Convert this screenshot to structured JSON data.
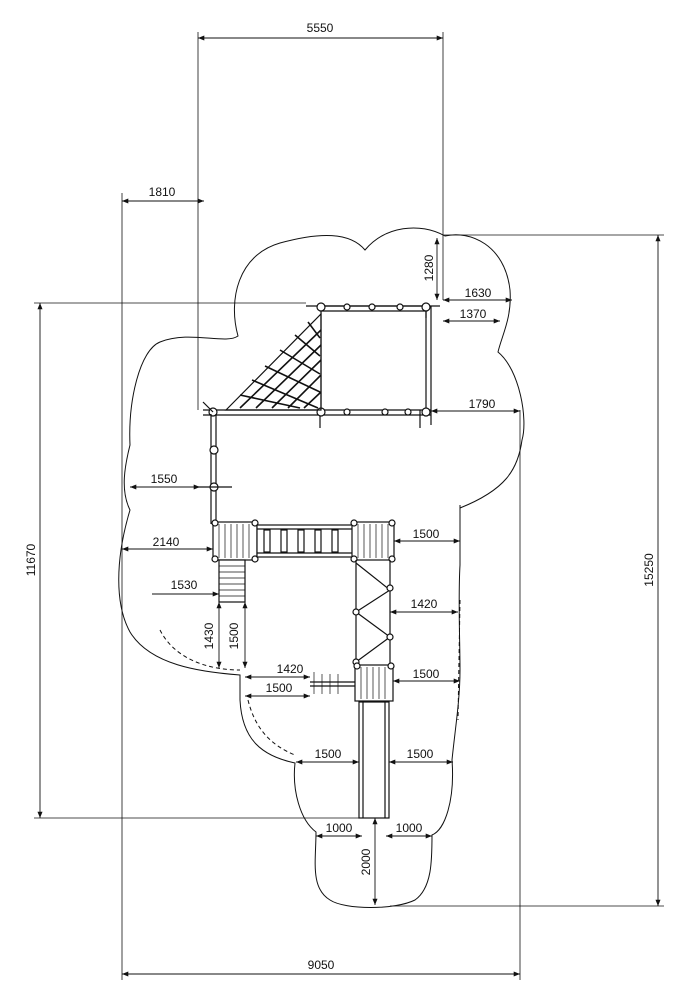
{
  "dimensions": {
    "top_width": "5550",
    "left_offset": "1810",
    "right_top_1280": "1280",
    "right_1630": "1630",
    "right_1370": "1370",
    "right_1790": "1790",
    "left_1550": "1550",
    "left_2140": "2140",
    "mid_1500_a": "1500",
    "left_1530": "1530",
    "mid_1420_a": "1420",
    "vert_1430": "1430",
    "vert_1500": "1500",
    "mid_1420_b": "1420",
    "mid_1500_b": "1500",
    "mid_1500_c": "1500",
    "low_1500_left": "1500",
    "low_1500_right": "1500",
    "low_1000_left": "1000",
    "low_1000_right": "1000",
    "vert_2000": "2000",
    "left_total_height": "11670",
    "right_total_height": "15250",
    "bottom_width": "9050"
  }
}
